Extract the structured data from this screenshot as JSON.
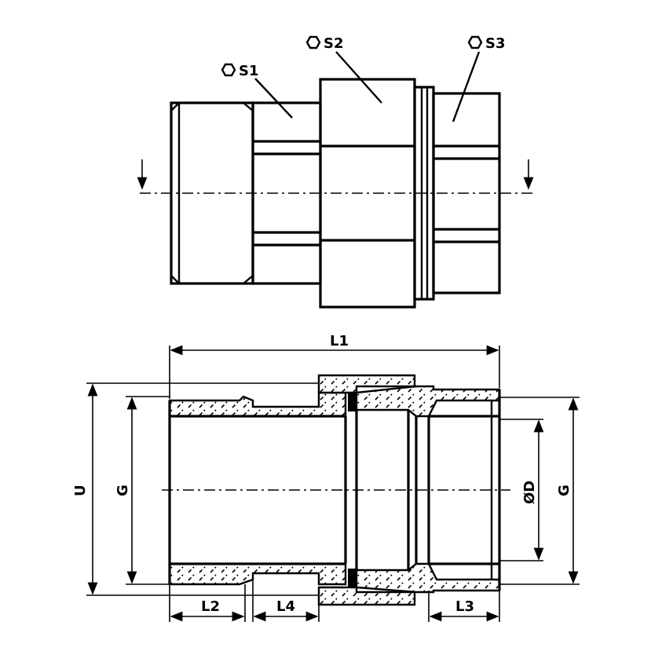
{
  "top_view": {
    "labels": {
      "s1": "S1",
      "s2": "S2",
      "s3": "S3"
    },
    "icon": "hexagon-icon"
  },
  "bottom_view": {
    "labels": {
      "l1": "L1",
      "l2": "L2",
      "l3": "L3",
      "l4": "L4",
      "u": "U",
      "g_left": "G",
      "g_right": "G",
      "d": "ØD"
    }
  },
  "colors": {
    "ink": "#000000",
    "paper": "#ffffff"
  }
}
